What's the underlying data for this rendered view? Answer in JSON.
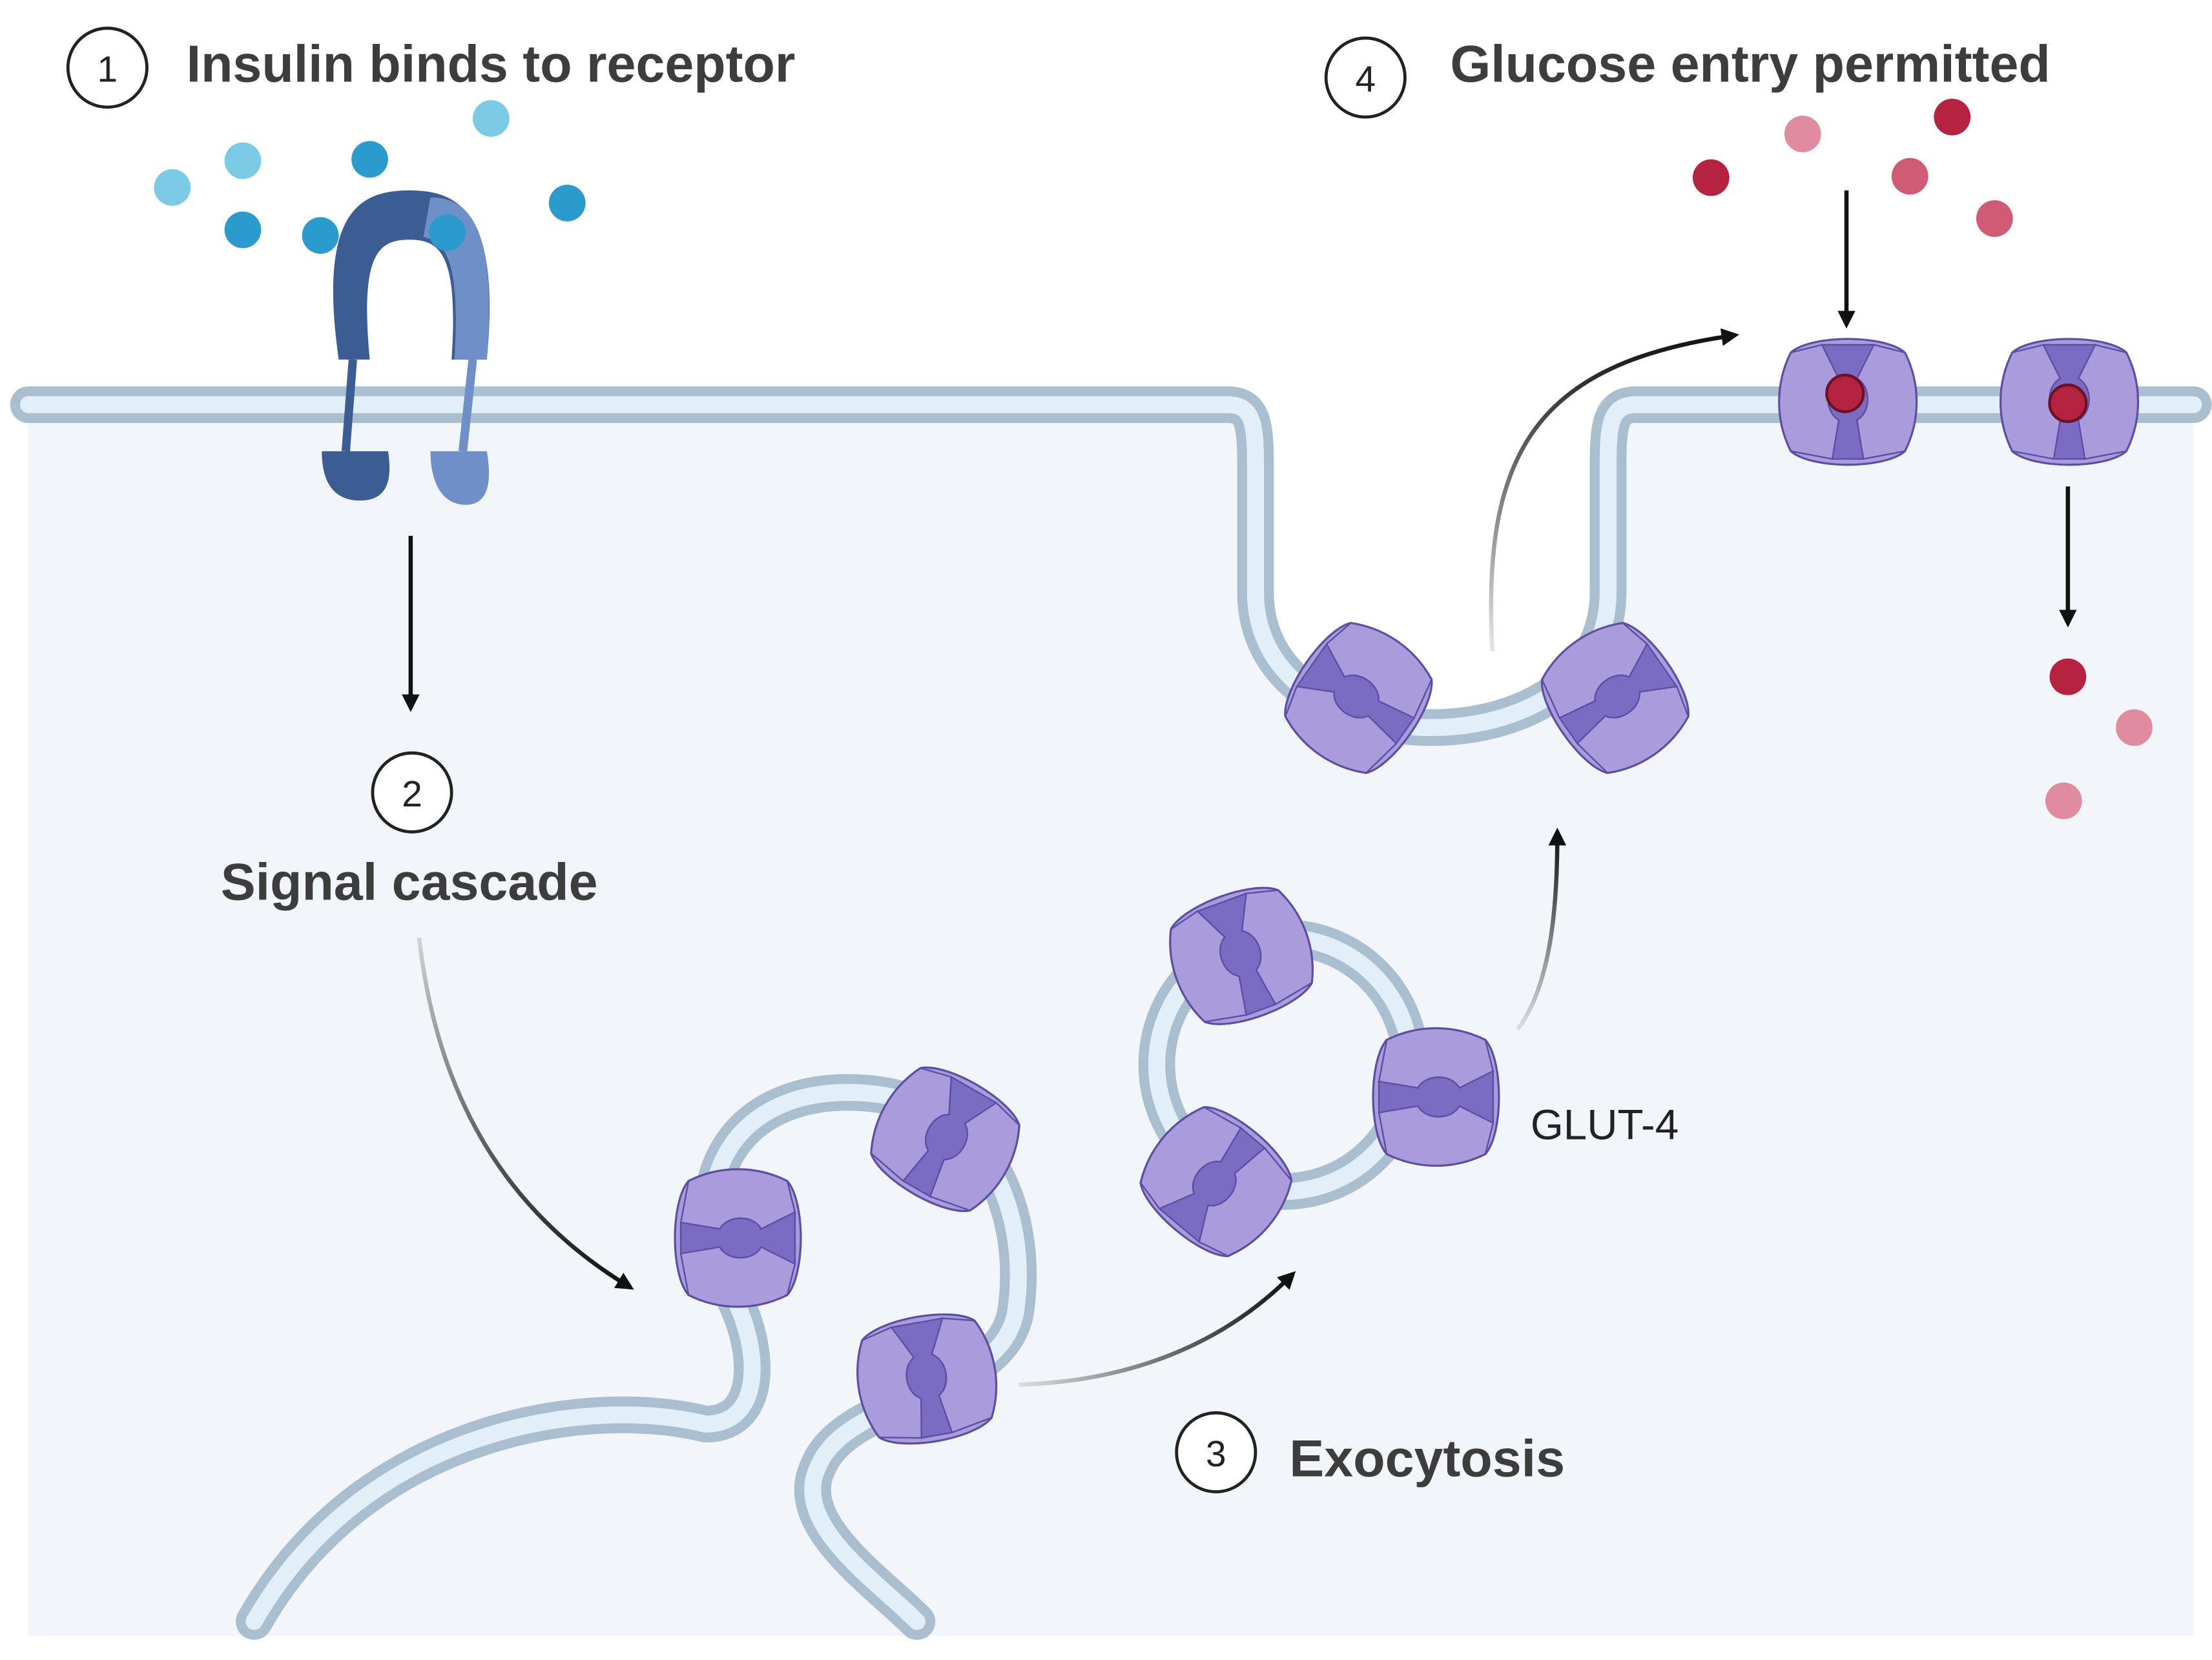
{
  "steps": [
    {
      "number": "1",
      "label": "Insulin binds to receptor"
    },
    {
      "number": "2",
      "label": "Signal cascade"
    },
    {
      "number": "3",
      "label": "Exocytosis"
    },
    {
      "number": "4",
      "label": "Glucose entry permitted"
    }
  ],
  "transporter_label": "GLUT-4",
  "colors": {
    "cytoplasm": "#f2f6fa",
    "membrane_outer": "#a9bfcf",
    "membrane_inner": "#e3eff8",
    "insulin_light": "#7ccbe6",
    "insulin_dark": "#2b9bcd",
    "receptor_dark": "#3c5d94",
    "receptor_light": "#6f8fc9",
    "glut4_fill": "#a99bdc",
    "glut4_channel": "#7a6cc2",
    "glut4_stroke": "#5c4fa3",
    "glucose_dark": "#b52340",
    "glucose_light": "#e08c9f",
    "arrow": "#111111"
  }
}
